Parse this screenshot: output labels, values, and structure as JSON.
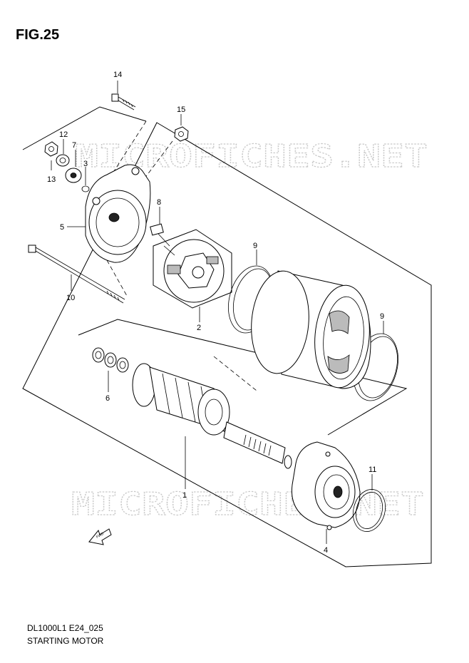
{
  "figure": {
    "title": "FIG.25",
    "code": "DL1000L1 E24_025",
    "name": "STARTING MOTOR",
    "watermark": "MICROFICHES.NET",
    "fwd_arrow_label": "FWD"
  },
  "callouts": {
    "c1": "1",
    "c2": "2",
    "c3": "3",
    "c4": "4",
    "c5": "5",
    "c6": "6",
    "c7": "7",
    "c8": "8",
    "c9a": "9",
    "c9b": "9",
    "c10": "10",
    "c11": "11",
    "c12": "12",
    "c13": "13",
    "c14": "14",
    "c15": "15"
  }
}
